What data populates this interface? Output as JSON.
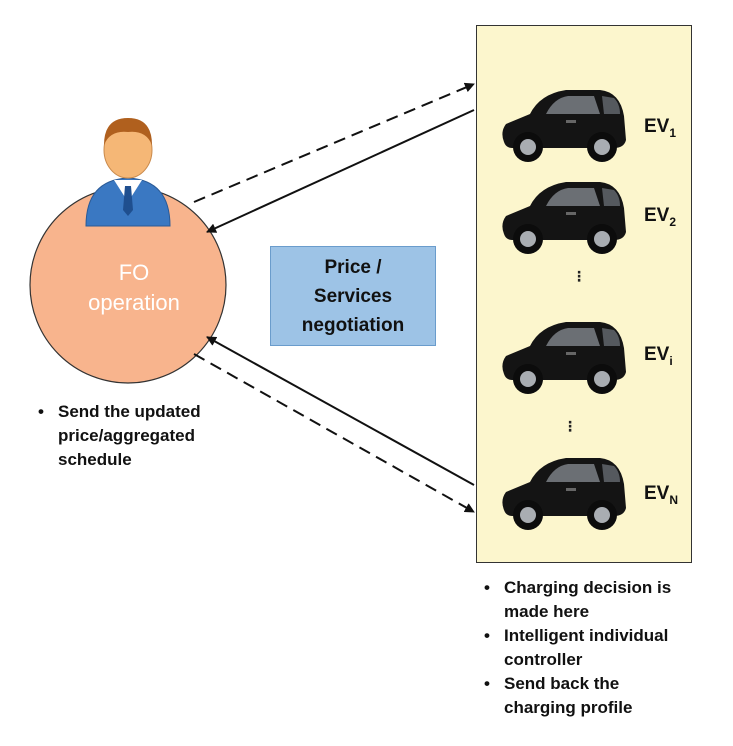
{
  "fo": {
    "line1": "FO",
    "line2": "operation"
  },
  "negotiation": {
    "line1": "Price /",
    "line2": "Services",
    "line3": "negotiation"
  },
  "evs": [
    {
      "name": "EV",
      "sub": "1"
    },
    {
      "name": "EV",
      "sub": "2"
    },
    {
      "name": "EV",
      "sub": "i"
    },
    {
      "name": "EV",
      "sub": "N"
    }
  ],
  "ellipsis": "⋮",
  "fo_bullets": [
    "Send the updated price/aggregated schedule"
  ],
  "fo_bullet_lines": [
    "Send the updated",
    "price/aggregated",
    "schedule"
  ],
  "ev_bullets": [
    {
      "lines": [
        "Charging decision is",
        "made here"
      ]
    },
    {
      "lines": [
        "Intelligent individual",
        "controller"
      ]
    },
    {
      "lines": [
        "Send back the",
        "charging profile"
      ]
    }
  ],
  "colors": {
    "circle": "#f8b48d",
    "negotiation_box": "#9dc3e6",
    "ev_panel": "#fcf6cd",
    "person_suit": "#3a78c2",
    "person_skin": "#f5b776"
  }
}
